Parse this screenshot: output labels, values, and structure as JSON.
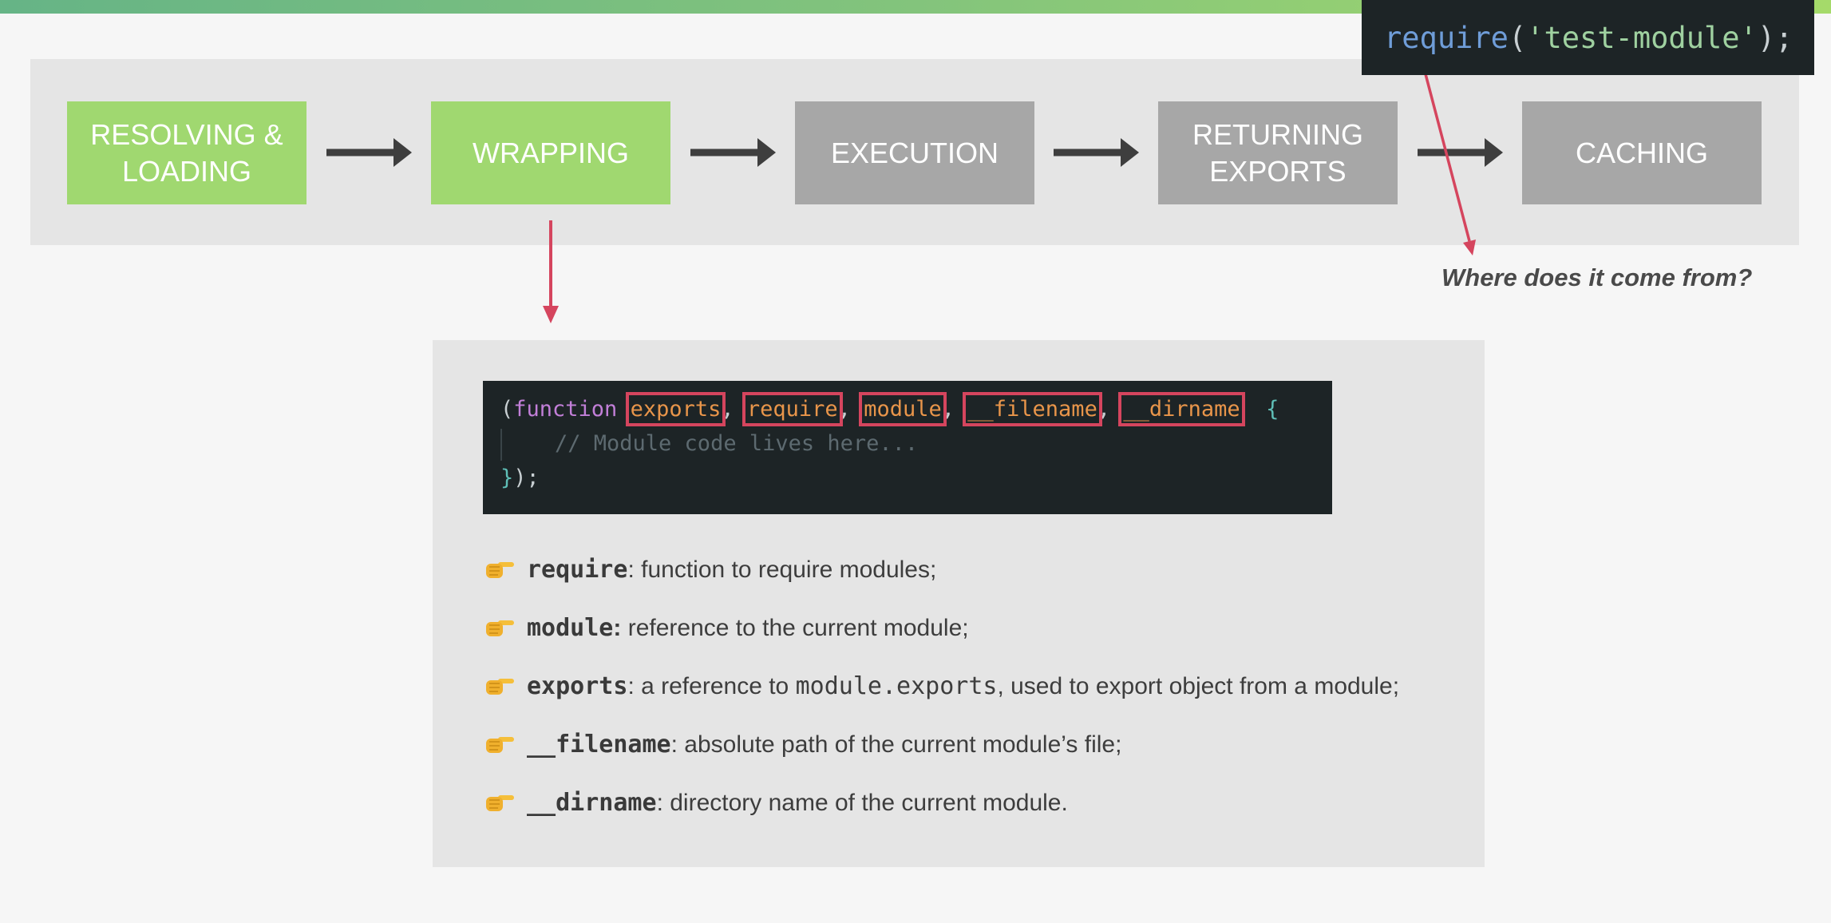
{
  "steps": [
    {
      "label": "RESOLVING &\nLOADING",
      "state": "active"
    },
    {
      "label": "WRAPPING",
      "state": "active"
    },
    {
      "label": "EXECUTION",
      "state": "idle"
    },
    {
      "label": "RETURNING\nEXPORTS",
      "state": "idle"
    },
    {
      "label": "CACHING",
      "state": "idle"
    }
  ],
  "top_code": {
    "fn": "require",
    "open": "(",
    "arg": "'test-module'",
    "close": ");"
  },
  "question": "Where does it come from?",
  "wrapper_code": {
    "paren": "(",
    "keyword": "function",
    "params": [
      "exports",
      "require",
      "module",
      "__filename",
      "__dirname"
    ],
    "open_brace": "{",
    "comment": "// Module code lives here...",
    "close_brace": "}",
    "close_rest": ");"
  },
  "bullets": [
    {
      "term": "require",
      "sep": ":",
      "pre": " function to require modules;",
      "code": "",
      "post": ""
    },
    {
      "term": "module",
      "sep": ":",
      "pre": " reference to the current module;",
      "code": "",
      "post": ""
    },
    {
      "term": "exports",
      "sep": ":",
      "pre": " a reference to ",
      "code": "module.exports",
      "post": ", used to export object from a module;"
    },
    {
      "term": "__filename",
      "sep": ":",
      "pre": " absolute path of the current module’s file;",
      "code": "",
      "post": ""
    },
    {
      "term": "__dirname",
      "sep": ":",
      "pre": " directory name of the current module.",
      "code": "",
      "post": ""
    }
  ],
  "colors": {
    "active": "#a0d870",
    "idle": "#a7a7a7",
    "accent": "#d5455e",
    "arrow": "#3e3e3e",
    "code_bg": "#1d2426"
  },
  "icons": {
    "bullet": "pointing-hand-icon"
  }
}
